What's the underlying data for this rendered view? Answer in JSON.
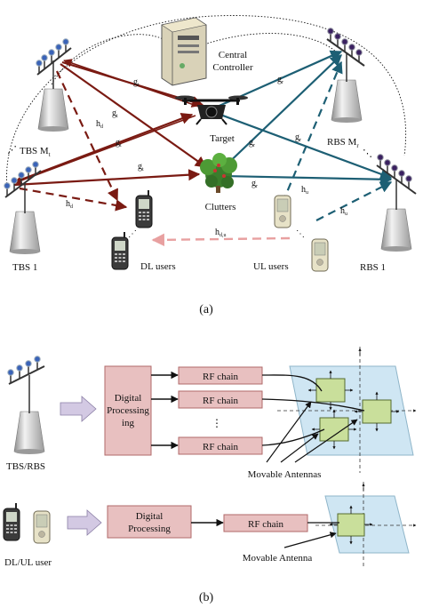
{
  "panel_a": {
    "caption": "(a)",
    "nodes": {
      "central_controller": [
        "Central",
        "Controller"
      ],
      "target": "Target",
      "clutters": "Clutters",
      "tbs_m": "TBS M",
      "tbs_m_sub": "t",
      "tbs_1": "TBS 1",
      "rbs_m": "RBS M",
      "rbs_m_sub": "r",
      "rbs_1": "RBS 1",
      "dl_users": "DL users",
      "ul_users": "UL users"
    },
    "channels": {
      "g_t": "g",
      "g_t_sub": "t",
      "g_r": "g",
      "g_r_sub": "r",
      "h_d": "h",
      "h_d_sub": "d",
      "h_u": "h",
      "h_u_sub": "u",
      "h_du": "h",
      "h_du_sub": "d,u"
    },
    "colors": {
      "transmit": "#7a1a12",
      "receive": "#1d5f74",
      "interference": "#e8a0a0"
    }
  },
  "panel_b": {
    "caption": "(b)",
    "bs_label": "TBS/RBS",
    "digital_processing": [
      "Digital",
      "Processing"
    ],
    "digital_processing_2": "ing",
    "rf_chains": [
      "RF chain",
      "RF chain",
      "RF chain"
    ],
    "ellipsis": "⋮",
    "movable_antennas": "Movable Antennas",
    "user_label": "DL/UL user",
    "user_digital_processing": [
      "Digital",
      "Processing"
    ],
    "user_rf_chain": "RF chain",
    "movable_antenna": "Movable Antenna",
    "colors": {
      "processing_fill": "#e8c0c0",
      "processing_stroke": "#b06a6a",
      "plane_fill": "#cfe6f3",
      "antenna_fill": "#c9df9b",
      "arrow_fill": "#d3c9e3"
    }
  }
}
